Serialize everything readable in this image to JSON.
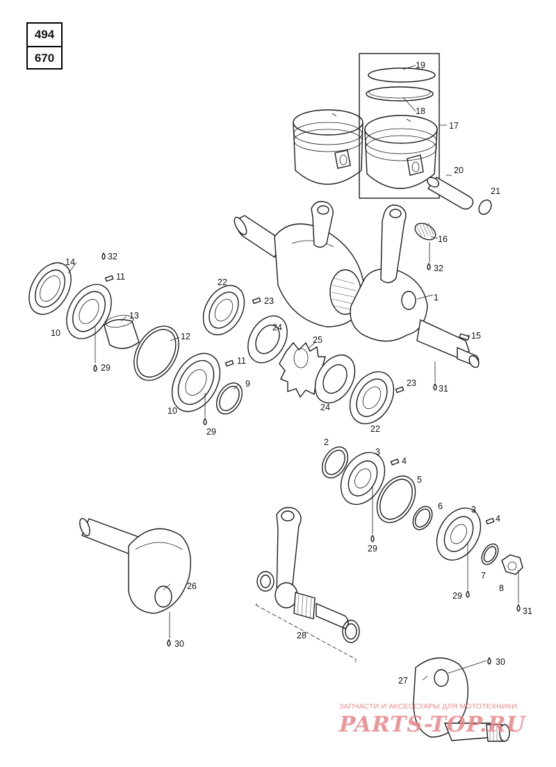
{
  "engine_codes": [
    "494",
    "670"
  ],
  "callouts": {
    "c1": "1",
    "c2": "2",
    "c3a": "3",
    "c3b": "3",
    "c4a": "4",
    "c4b": "4",
    "c5": "5",
    "c6": "6",
    "c7": "7",
    "c8": "8",
    "c9": "9",
    "c10a": "10",
    "c10b": "10",
    "c11a": "11",
    "c11b": "11",
    "c12": "12",
    "c13": "13",
    "c14": "14",
    "c15": "15",
    "c16": "16",
    "c17": "17",
    "c18": "18",
    "c19": "19",
    "c20": "20",
    "c21": "21",
    "c22a": "22",
    "c22b": "22",
    "c23a": "23",
    "c23b": "23",
    "c24a": "24",
    "c24b": "24",
    "c25": "25",
    "c26": "26",
    "c27": "27",
    "c28": "28",
    "c29a": "29",
    "c29b": "29",
    "c29c": "29",
    "c29d": "29",
    "c30a": "30",
    "c30b": "30",
    "c31a": "31",
    "c31b": "31",
    "c32a": "32",
    "c32b": "32"
  },
  "watermark": {
    "tagline": "ЗАПЧАСТИ И АКСЕССУАРЫ ДЛЯ МОТОТЕХНИКИ",
    "logo": "PARTS-TOP.RU"
  }
}
